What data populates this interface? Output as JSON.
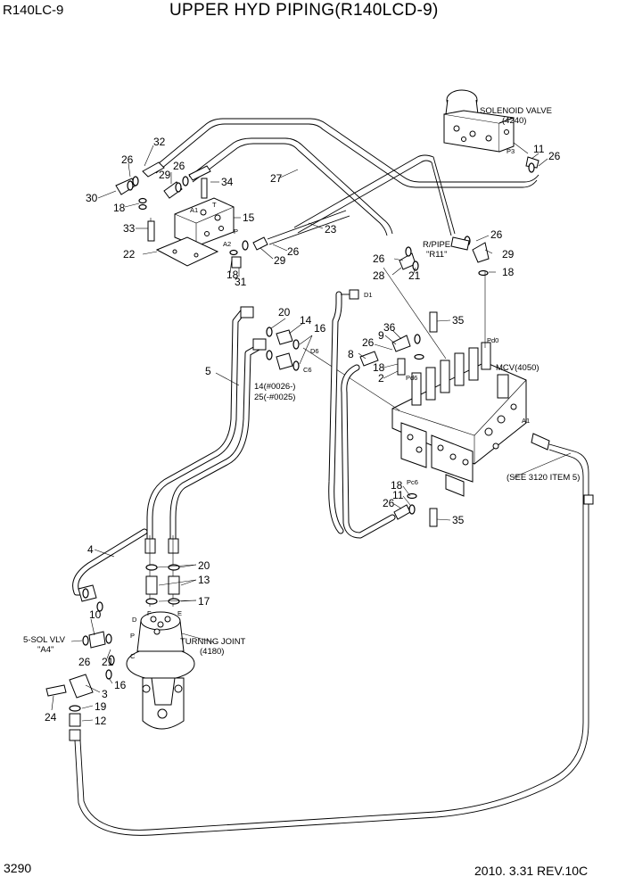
{
  "header": {
    "model": "R140LC-9",
    "title": "UPPER HYD PIPING(R140LCD-9)"
  },
  "footer": {
    "page_number": "3290",
    "revision": "2010. 3.31  REV.10C"
  },
  "component_labels": {
    "solenoid_name": "SOLENOID VALVE",
    "solenoid_ref": "(4240)",
    "mcv": "MCV(4050)",
    "rpipe_name": "R/PIPE",
    "rpipe_ref": "\"R11\"",
    "turning_joint_name": "TURNING JOINT",
    "turning_joint_ref": "(4180)",
    "see_ref": "(SEE 3120 ITEM 5)",
    "sol_vlv_name": "5-SOL VLV",
    "sol_vlv_ref": "\"A4\"",
    "serial_a": "14(#0026-)",
    "serial_b": "25(-#0025)"
  },
  "port_labels": {
    "t": "T",
    "a1_top": "A1",
    "p": "P",
    "a2": "A2",
    "p3": "P3",
    "d1": "D1",
    "d6": "D6",
    "c6": "C6",
    "pd0": "Pd0",
    "pd6": "Pd6",
    "pc6": "Pc6",
    "a1_mcv": "A1",
    "d": "D",
    "f": "F",
    "e": "E",
    "pp": "P",
    "c": "C"
  },
  "part_numbers": {
    "p32": "32",
    "p26a": "26",
    "p29a": "29",
    "p26b": "26",
    "p30": "30",
    "p34": "34",
    "p18a": "18",
    "p27": "27",
    "p15": "15",
    "p33": "33",
    "p23": "23",
    "p22": "22",
    "p29b": "29",
    "p26c": "26",
    "p18b": "18",
    "p31": "31",
    "p11a": "11",
    "p26d": "26",
    "p26e": "26",
    "p29c": "29",
    "p26f": "26",
    "p28": "28",
    "p21a": "21",
    "p18c": "18",
    "p20a": "20",
    "p14": "14",
    "p16a": "16",
    "p5": "5",
    "p35a": "35",
    "p36": "36",
    "p9": "9",
    "p26g": "26",
    "p8": "8",
    "p18d": "18",
    "p2": "2",
    "p18e": "18",
    "p11b": "11",
    "p26h": "26",
    "p35b": "35",
    "p4": "4",
    "p20b": "20",
    "p13": "13",
    "p17": "17",
    "p10": "10",
    "p26i": "26",
    "p21b": "21",
    "p16b": "16",
    "p3": "3",
    "p24": "24",
    "p19": "19",
    "p12": "12"
  }
}
